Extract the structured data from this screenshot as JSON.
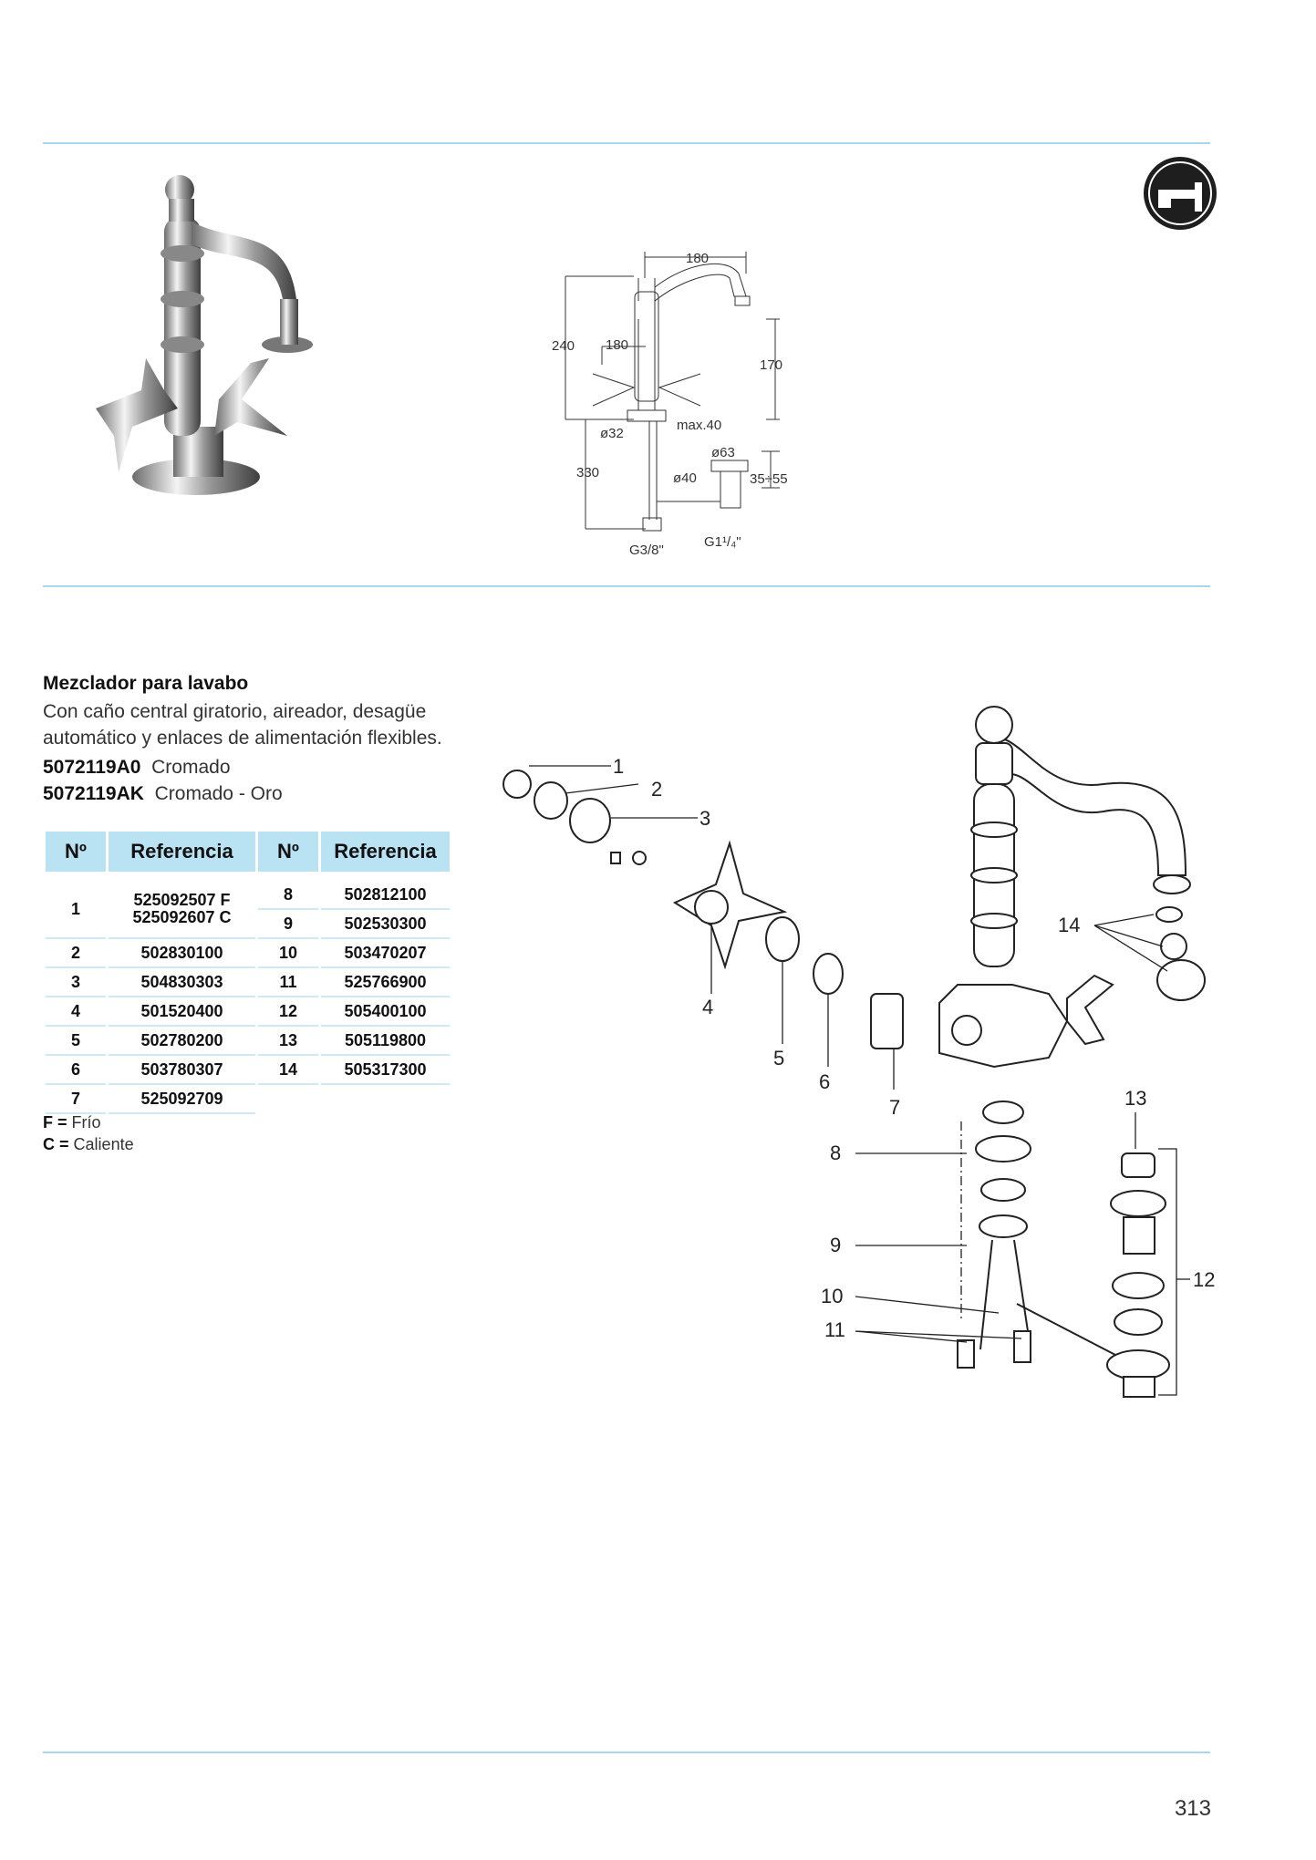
{
  "product": {
    "title": "Mezclador para lavabo",
    "description_line1": "Con caño central giratorio, aireador, desagüe",
    "description_line2": "automático y enlaces de alimentación flexibles.",
    "codes": [
      {
        "code": "5072119A0",
        "finish": "Cromado"
      },
      {
        "code": "5072119AK",
        "finish": "Cromado - Oro"
      }
    ]
  },
  "table": {
    "headers": [
      "Nº",
      "Referencia",
      "Nº",
      "Referencia"
    ],
    "left": [
      {
        "n": "1",
        "ref1": "525092507 F",
        "ref2": "525092607 C"
      },
      {
        "n": "2",
        "ref": "502830100"
      },
      {
        "n": "3",
        "ref": "504830303"
      },
      {
        "n": "4",
        "ref": "501520400"
      },
      {
        "n": "5",
        "ref": "502780200"
      },
      {
        "n": "6",
        "ref": "503780307"
      },
      {
        "n": "7",
        "ref": "525092709"
      }
    ],
    "right": [
      {
        "n": "8",
        "ref": "502812100"
      },
      {
        "n": "9",
        "ref": "502530300"
      },
      {
        "n": "10",
        "ref": "503470207"
      },
      {
        "n": "11",
        "ref": "525766900"
      },
      {
        "n": "12",
        "ref": "505400100"
      },
      {
        "n": "13",
        "ref": "505119800"
      },
      {
        "n": "14",
        "ref": "505317300"
      }
    ]
  },
  "legend": [
    {
      "key": "F",
      "eq": "=",
      "text": "Frío"
    },
    {
      "key": "C",
      "eq": "=",
      "text": "Caliente"
    }
  ],
  "dimensions": {
    "d180_top": "180",
    "d180_left": "180",
    "d240": "240",
    "d170": "170",
    "d32": "ø32",
    "dmax40": "max.40",
    "d63": "ø63",
    "d330": "330",
    "d40": "ø40",
    "d3555": "35÷55",
    "dG38": "G3/8\"",
    "dG114": "G1¹/₄\""
  },
  "callouts": [
    "1",
    "2",
    "3",
    "4",
    "5",
    "6",
    "7",
    "8",
    "9",
    "10",
    "11",
    "12",
    "13",
    "14"
  ],
  "page_number": "313",
  "colors": {
    "rule": "#a9d8ec",
    "header_bg": "#b9e2f2",
    "row_rule": "#cfe8f3"
  }
}
